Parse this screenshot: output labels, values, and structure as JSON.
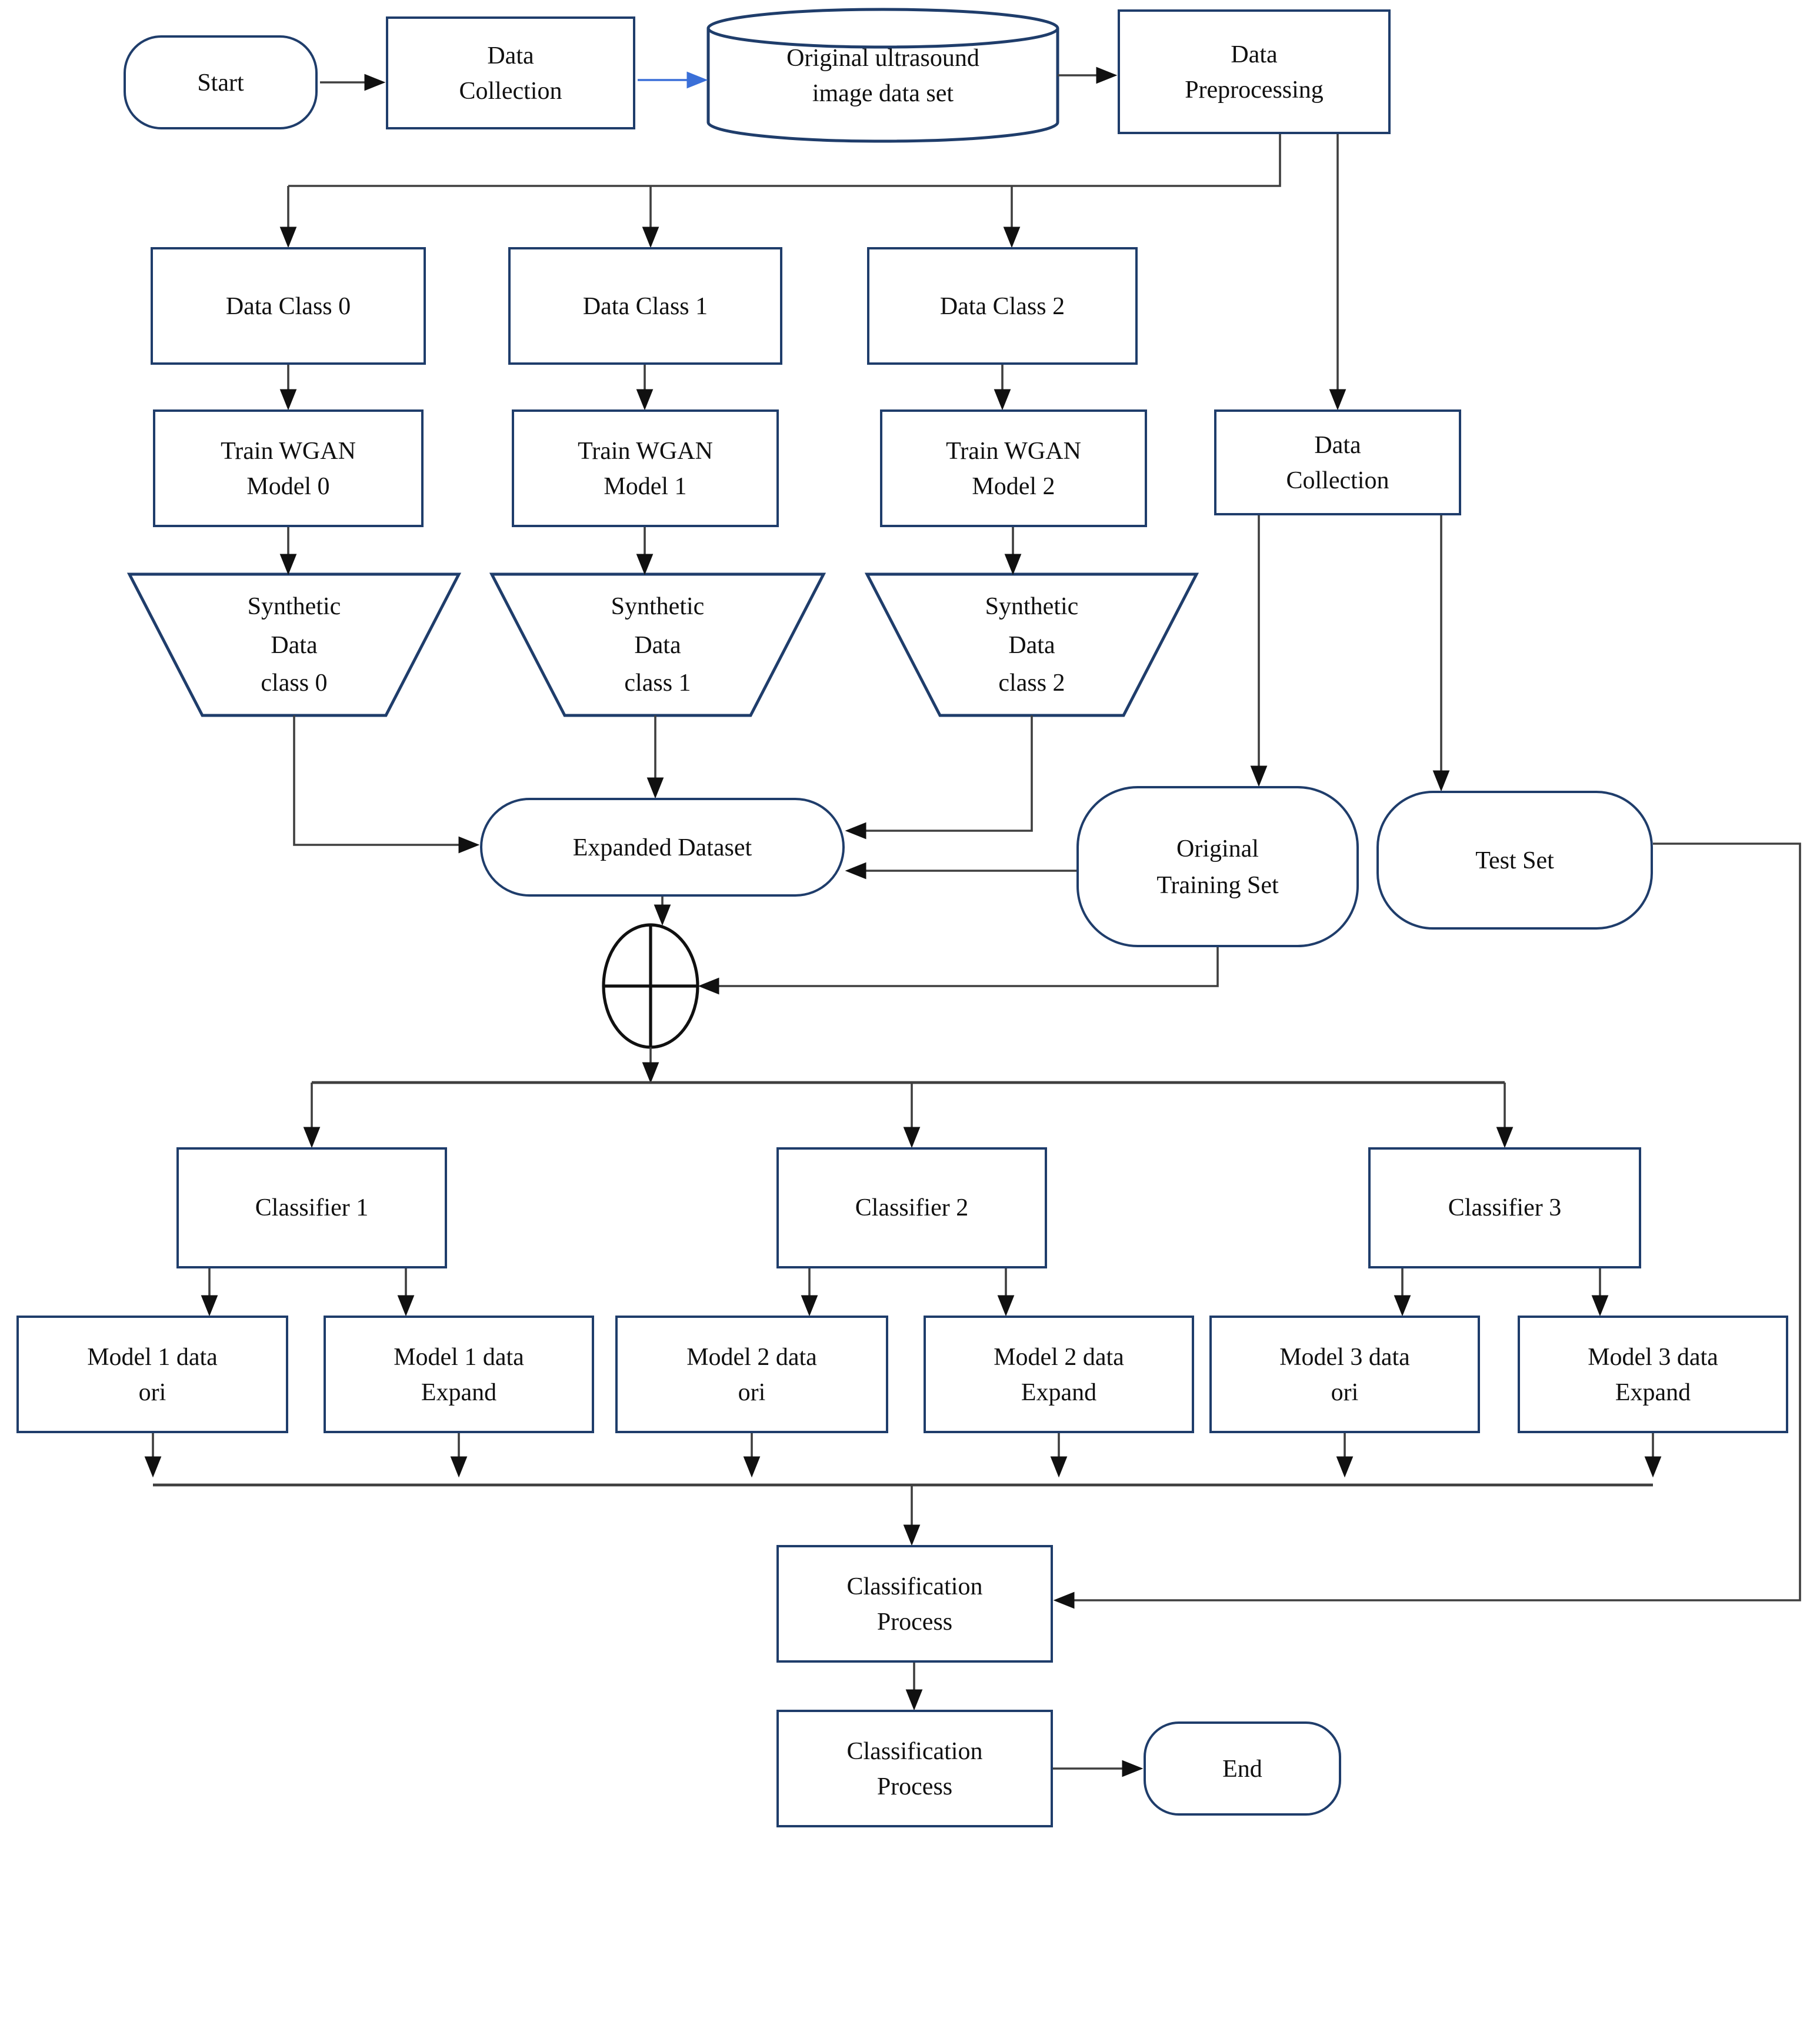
{
  "diagram_type": "flowchart",
  "colors": {
    "node_border": "#1f3d6b",
    "connector": "#3f3f3f",
    "arrowhead": "#101010",
    "highlight_arrow_blue": "#3a6fd8",
    "text": "#101010",
    "background": "#ffffff"
  },
  "nodes": {
    "start": "Start",
    "collection_top": "Data\nCollection",
    "dataset_cylinder": "Original ultrasound\nimage data set",
    "preprocessing": "Data\nPreprocessing",
    "class0": "Data Class 0",
    "class1": "Data Class 1",
    "class2": "Data Class 2",
    "collection_right": "Data\nCollection",
    "wgan0": "Train WGAN\nModel 0",
    "wgan1": "Train WGAN\nModel 1",
    "wgan2": "Train WGAN\nModel 2",
    "syn0": "Synthetic\nData\nclass 0",
    "syn1": "Synthetic\nData\nclass 1",
    "syn2": "Synthetic\nData\nclass 2",
    "expanded": "Expanded Dataset",
    "original_training": "Original\nTraining Set",
    "test_set": "Test  Set",
    "classifier1": "Classifier 1",
    "classifier2": "Classifier 2",
    "classifier3": "Classifier 3",
    "m1ori": "Model 1 data\nori",
    "m1exp": "Model 1 data\nExpand",
    "m2ori": "Model 2 data\nori",
    "m2exp": "Model 2 data\nExpand",
    "m3ori": "Model 3 data\nori",
    "m3exp": "Model 3 data\nExpand",
    "cp1": "Classification\nProcess",
    "cp2": "Classification\nProcess",
    "end": "End"
  }
}
